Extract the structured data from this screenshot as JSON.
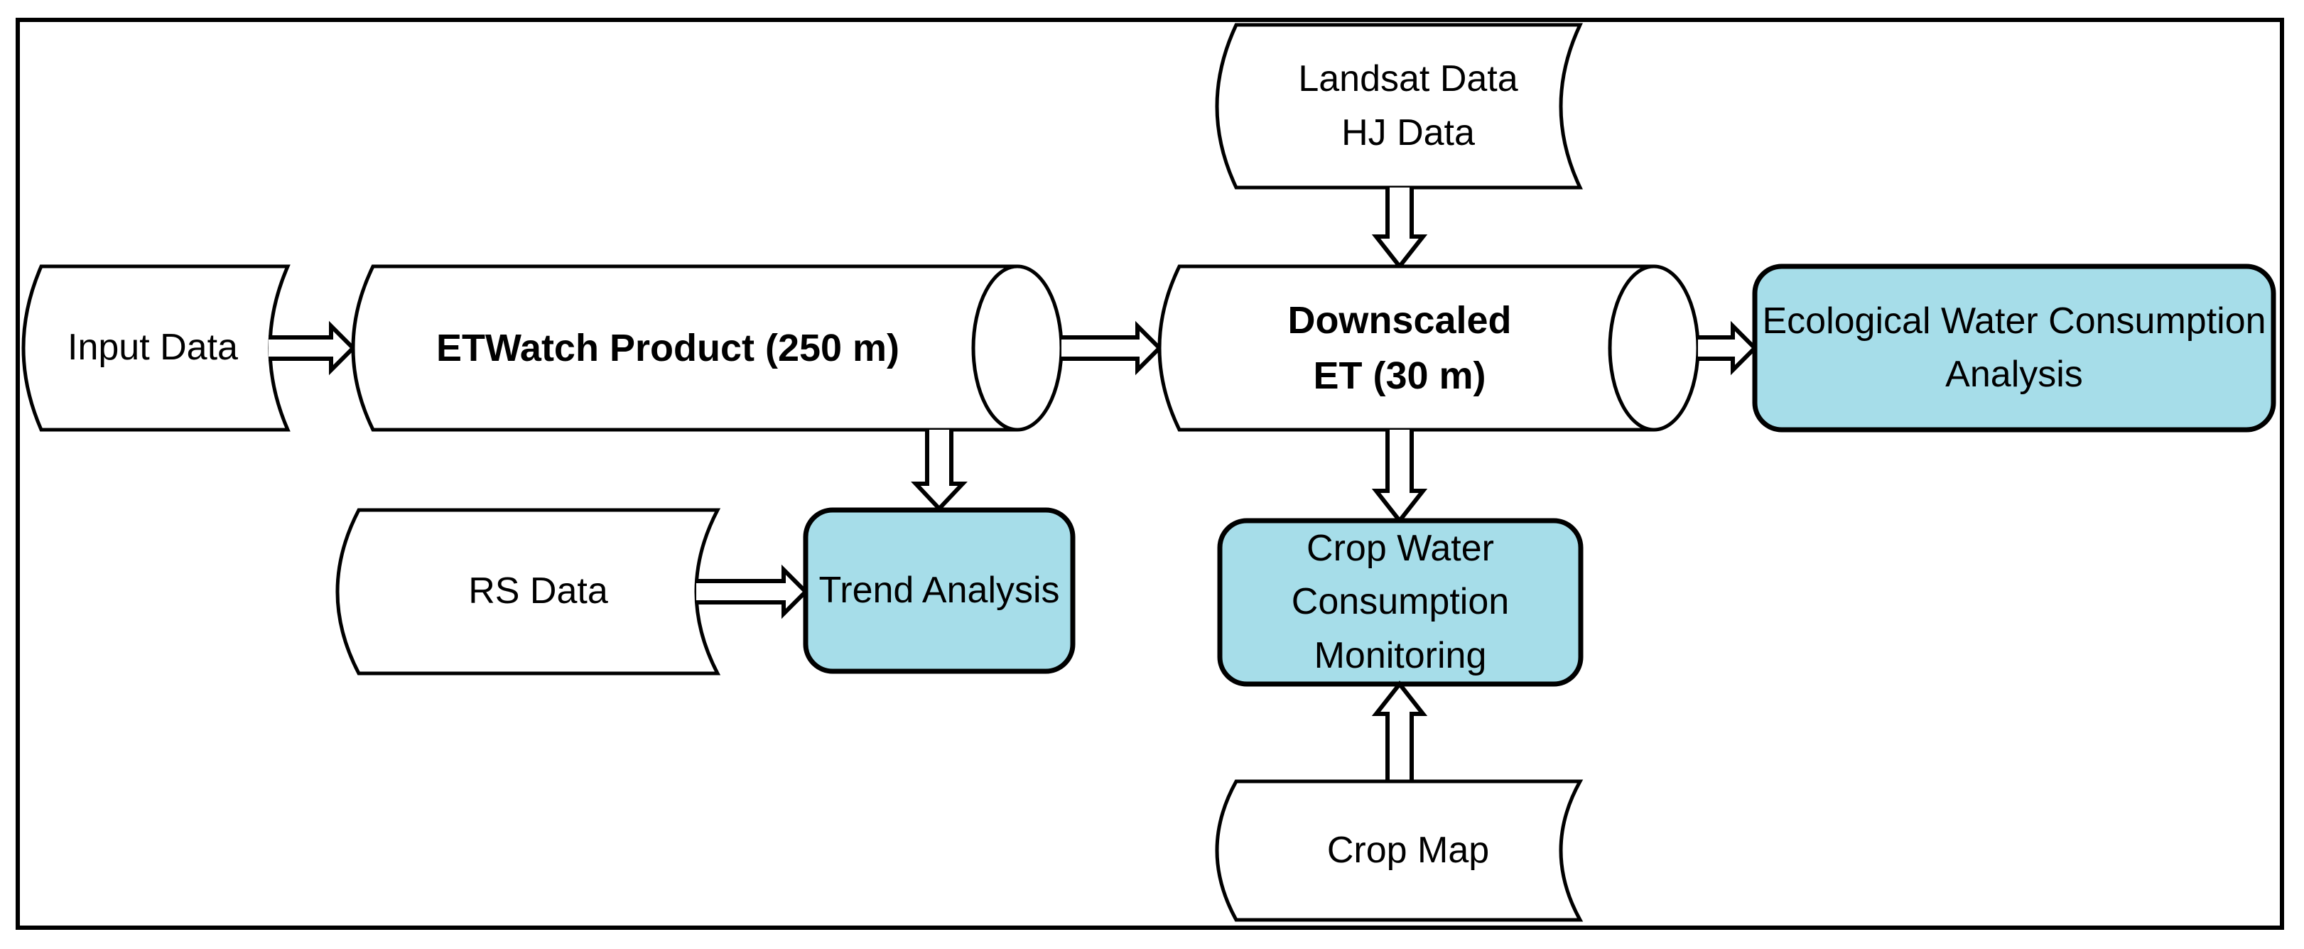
{
  "figure": {
    "type": "flowchart",
    "background_color": "#ffffff",
    "line_color": "#000000",
    "highlight_fill_color": "#A6DDE9",
    "nodes": {
      "input_data": {
        "label": "Input Data",
        "shape": "stored-data"
      },
      "etwatch": {
        "label": "ETWatch Product (250 m)",
        "shape": "cylinder",
        "emphasis": "bold"
      },
      "landsat": {
        "label": "Landsat Data\nHJ Data",
        "shape": "stored-data"
      },
      "downscaled": {
        "label": "Downscaled\nET (30 m)",
        "shape": "cylinder",
        "emphasis": "bold"
      },
      "ecological": {
        "label": "Ecological Water Consumption\nAnalysis",
        "shape": "rounded-rect",
        "fill": "#A6DDE9"
      },
      "rs_data": {
        "label": "RS Data",
        "shape": "stored-data"
      },
      "trend": {
        "label": "Trend Analysis",
        "shape": "rounded-rect",
        "fill": "#A6DDE9"
      },
      "crop_water": {
        "label": "Crop Water\nConsumption\nMonitoring",
        "shape": "rounded-rect",
        "fill": "#A6DDE9"
      },
      "crop_map": {
        "label": "Crop Map",
        "shape": "stored-data"
      }
    },
    "edges": [
      {
        "from": "input_data",
        "to": "etwatch"
      },
      {
        "from": "etwatch",
        "to": "downscaled"
      },
      {
        "from": "landsat",
        "to": "downscaled"
      },
      {
        "from": "downscaled",
        "to": "ecological"
      },
      {
        "from": "etwatch",
        "to": "trend"
      },
      {
        "from": "rs_data",
        "to": "trend"
      },
      {
        "from": "downscaled",
        "to": "crop_water"
      },
      {
        "from": "crop_map",
        "to": "crop_water"
      }
    ]
  }
}
